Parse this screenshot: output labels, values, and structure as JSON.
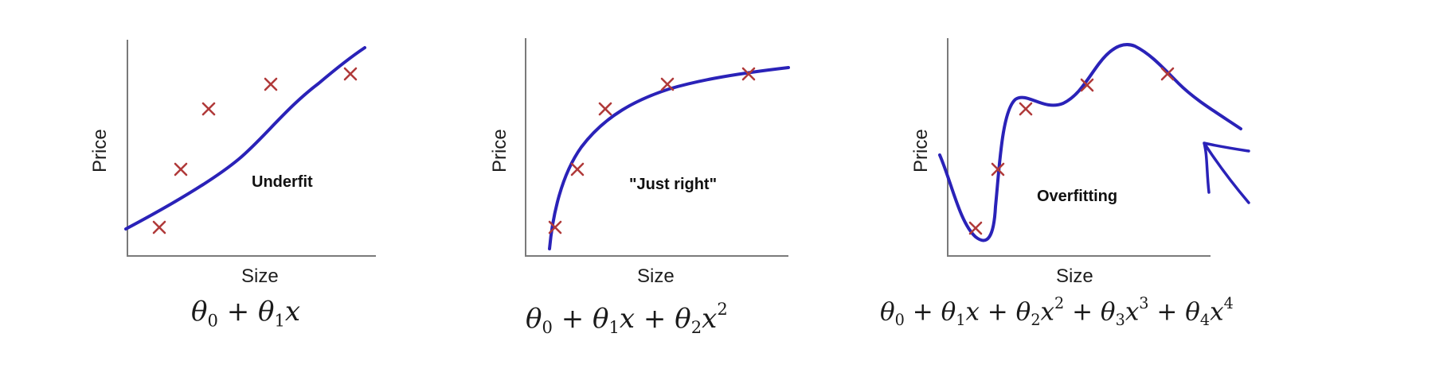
{
  "panels": [
    {
      "ylabel": "Price",
      "xlabel": "Size",
      "annotation": "Underfit",
      "formula": [
        {
          "t": "θ"
        },
        {
          "s": "0"
        },
        {
          "o": " + "
        },
        {
          "t": "θ"
        },
        {
          "s": "1"
        },
        {
          "t": "x"
        }
      ]
    },
    {
      "ylabel": "Price",
      "xlabel": "Size",
      "annotation": "\"Just right\"",
      "formula": [
        {
          "t": "θ"
        },
        {
          "s": "0"
        },
        {
          "o": " + "
        },
        {
          "t": "θ"
        },
        {
          "s": "1"
        },
        {
          "t": "x"
        },
        {
          "o": " + "
        },
        {
          "t": "θ"
        },
        {
          "s": "2"
        },
        {
          "t": "x"
        },
        {
          "p": "2"
        }
      ]
    },
    {
      "ylabel": "Price",
      "xlabel": "Size",
      "annotation": "Overfitting",
      "formula": [
        {
          "t": "θ"
        },
        {
          "s": "0"
        },
        {
          "o": " + "
        },
        {
          "t": "θ"
        },
        {
          "s": "1"
        },
        {
          "t": "x"
        },
        {
          "o": " + "
        },
        {
          "t": "θ"
        },
        {
          "s": "2"
        },
        {
          "t": "x"
        },
        {
          "p": "2"
        },
        {
          "o": " + "
        },
        {
          "t": "θ"
        },
        {
          "s": "3"
        },
        {
          "t": "x"
        },
        {
          "p": "3"
        },
        {
          "o": " + "
        },
        {
          "t": "θ"
        },
        {
          "s": "4"
        },
        {
          "t": "x"
        },
        {
          "p": "4"
        }
      ]
    }
  ],
  "colors": {
    "curve": "#2a22b8",
    "marker": "#b03a3a",
    "axis": "#7a7a7a"
  }
}
